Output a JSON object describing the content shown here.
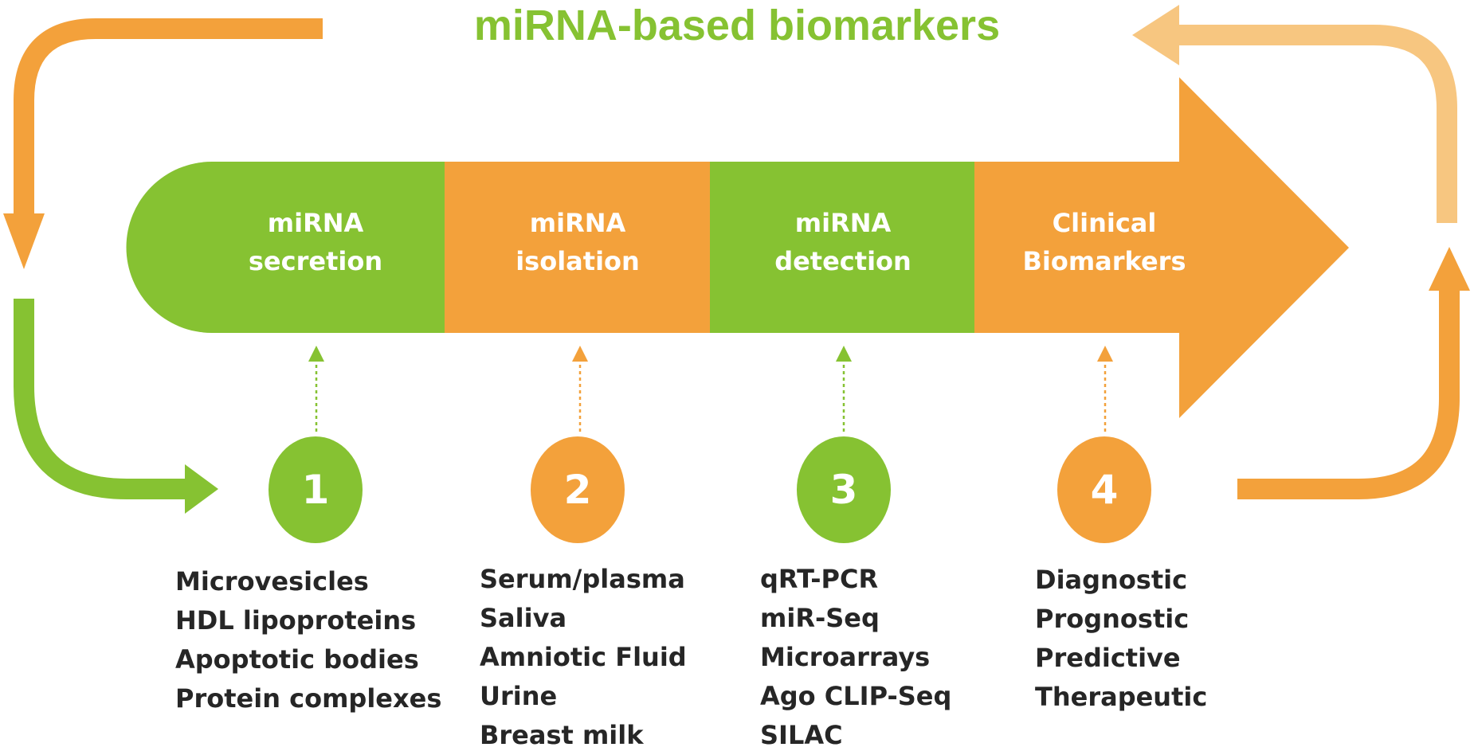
{
  "title": "miRNA-based biomarkers",
  "colors": {
    "green": "#86c232",
    "orange": "#f3a13b",
    "light_orange": "#f7c680",
    "text": "#262626",
    "white": "#ffffff"
  },
  "stages": [
    {
      "number": "1",
      "line1": "miRNA",
      "line2": "secretion",
      "color": "green",
      "items": [
        "Microvesicles",
        "HDL lipoproteins",
        "Apoptotic bodies",
        "Protein complexes"
      ]
    },
    {
      "number": "2",
      "line1": "miRNA",
      "line2": "isolation",
      "color": "orange",
      "items": [
        "Serum/plasma",
        "Saliva",
        "Amniotic Fluid",
        "Urine",
        "Breast milk"
      ]
    },
    {
      "number": "3",
      "line1": "miRNA",
      "line2": "detection",
      "color": "green",
      "items": [
        "qRT-PCR",
        "miR-Seq",
        "Microarrays",
        "Ago CLIP-Seq",
        "SILAC"
      ]
    },
    {
      "number": "4",
      "line1": "Clinical",
      "line2": "Biomarkers",
      "color": "orange",
      "items": [
        "Diagnostic",
        "Prognostic",
        "Predictive",
        "Therapeutic"
      ]
    }
  ]
}
